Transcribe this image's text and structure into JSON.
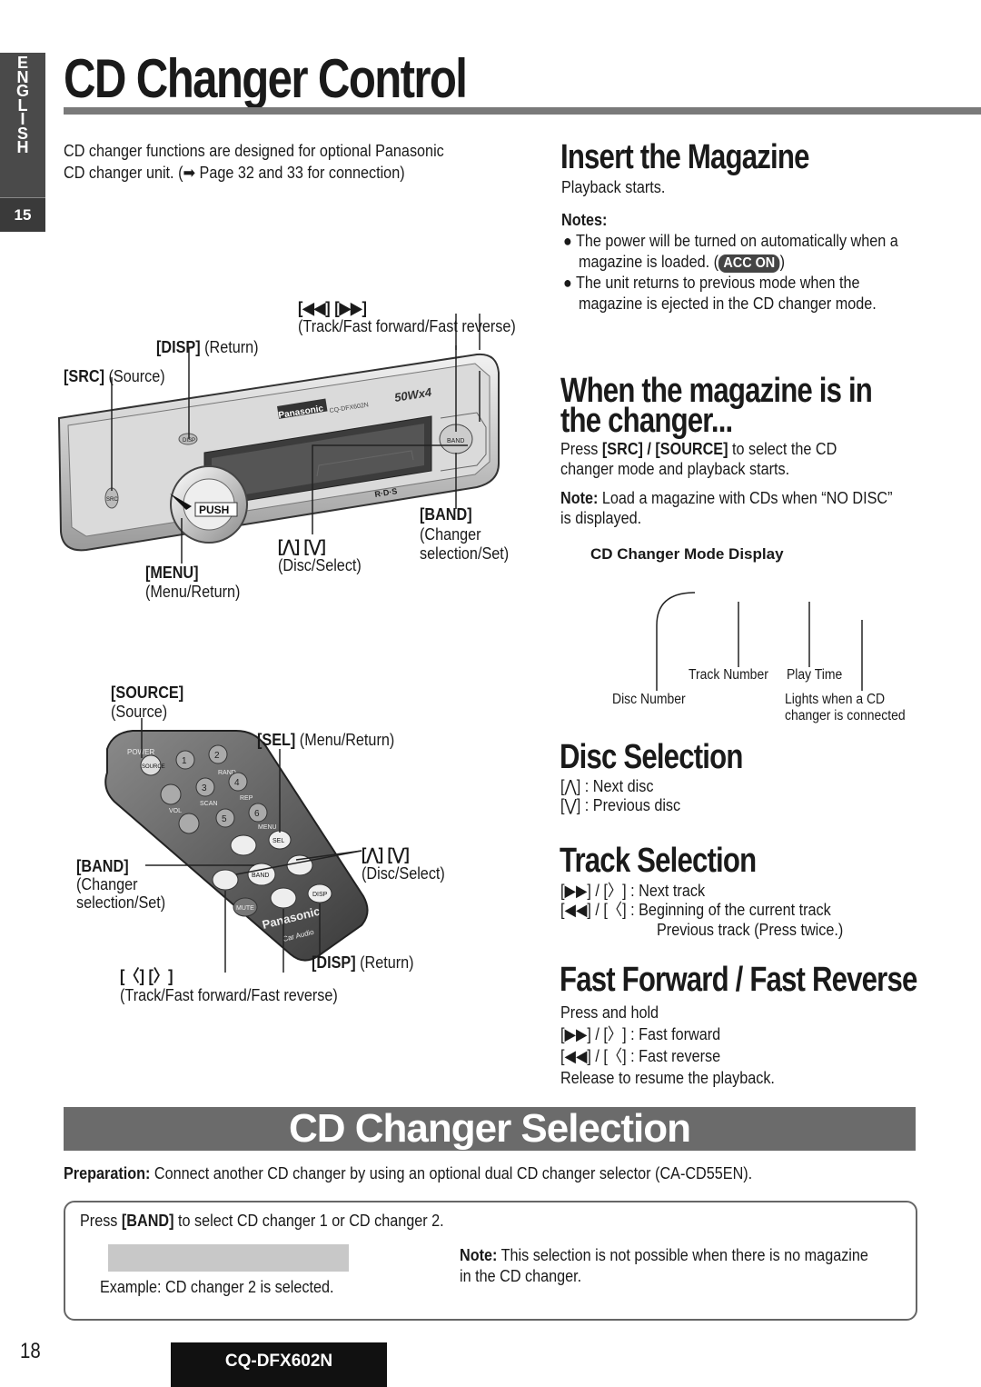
{
  "side_tab": {
    "letters": [
      "E",
      "N",
      "G",
      "L",
      "I",
      "S",
      "H"
    ],
    "number": "15"
  },
  "title": "CD Changer Control",
  "intro": {
    "line1": "CD changer functions are designed for optional Panasonic",
    "line2": "CD changer unit.  (➡ Page 32 and 33 for connection)"
  },
  "head_unit": {
    "labels": {
      "track_keys": "[◀◀] [▶▶]",
      "track_desc": "(Track/Fast forward/Fast reverse)",
      "disp_key": "[DISP]",
      "disp_desc": " (Return)",
      "src_key": "[SRC]",
      "src_desc": " (Source)",
      "band_key": "[BAND]",
      "band_desc1": "(Changer",
      "band_desc2": " selection/Set)",
      "updown_keys": "[⋀] [⋁]",
      "updown_desc": "(Disc/Select)",
      "menu_key": "[MENU]",
      "menu_desc": "(Menu/Return)"
    },
    "device_text": {
      "brand": "Panasonic",
      "model": "CQ-DFX602N",
      "power": "50Wx4",
      "push": "PUSH",
      "band": "BAND",
      "disp": "DISP",
      "src": "SRC",
      "rds": "R·D·S"
    }
  },
  "remote": {
    "labels": {
      "source_key": "[SOURCE]",
      "source_desc": "(Source)",
      "sel_key": "[SEL]",
      "sel_desc": " (Menu/Return)",
      "updown_keys": "[⋀] [⋁]",
      "updown_desc": "(Disc/Select)",
      "band_key": "[BAND]",
      "band_desc1": "(Changer",
      "band_desc2": " selection/Set)",
      "disp_key": "[DISP]",
      "disp_desc": " (Return)",
      "lr_keys": "[〈] [〉]",
      "lr_desc": "(Track/Fast forward/Fast reverse)"
    },
    "device_text": {
      "power": "POWER",
      "source": "SOURCE",
      "rand": "RAND",
      "vol": "VOL",
      "scan": "SCAN",
      "rep": "REP",
      "menu": "MENU",
      "sel": "SEL",
      "band": "BAND",
      "mute": "MUTE",
      "disp": "DISP",
      "brand": "Panasonic",
      "sub": "Car Audio",
      "keys": [
        "1",
        "2",
        "3",
        "4",
        "5",
        "6"
      ]
    }
  },
  "insert": {
    "heading": "Insert the Magazine",
    "text": "Playback starts.",
    "notes_label": "Notes:",
    "note1_a": "The power will be turned on automatically when a",
    "note1_b": "magazine is loaded. (",
    "note1_badge": "ACC ON",
    "note1_c": ")",
    "note2_a": "The unit returns to previous mode when the",
    "note2_b": "magazine is ejected in the CD changer mode."
  },
  "when": {
    "heading1": "When the magazine is in",
    "heading2": "the changer...",
    "press_a": "Press ",
    "press_b": "[SRC] / [SOURCE]",
    "press_c": " to select the CD",
    "press_d": "changer mode and playback starts.",
    "note_label": "Note:",
    "note_a": " Load a magazine with CDs when “NO DISC”",
    "note_b": "is displayed.",
    "display_title": "CD Changer Mode Display",
    "track_number": "Track Number",
    "play_time": "Play Time",
    "disc_number": "Disc Number",
    "lights_a": "Lights when a CD",
    "lights_b": "changer is connected"
  },
  "disc": {
    "heading": "Disc Selection",
    "next": "[⋀] : Next disc",
    "prev": "[⋁] : Previous disc"
  },
  "track": {
    "heading": "Track Selection",
    "next": "[▶▶] / [〉] : Next track",
    "begin": "[◀◀] / [〈] : Beginning of the current track",
    "prev": "Previous track (Press twice.)"
  },
  "fast": {
    "heading": "Fast Forward / Fast Reverse",
    "press": "Press and hold",
    "ff": "[▶▶] / [〉] : Fast forward",
    "fr": "[◀◀] / [〈] : Fast reverse",
    "release": "Release to resume the playback."
  },
  "selection": {
    "banner": "CD Changer Selection",
    "prep_label": "Preparation:",
    "prep_text": " Connect another CD changer by using an optional dual CD changer selector (CA-CD55EN).",
    "press_a": "Press ",
    "press_b": "[BAND]",
    "press_c": " to select CD changer 1 or CD changer 2.",
    "example": "Example: CD changer 2 is selected.",
    "note_label": "Note:",
    "note_a": " This selection is not possible when there is no magazine",
    "note_b": "in the CD changer."
  },
  "footer": {
    "page": "18",
    "model": "CQ-DFX602N"
  }
}
